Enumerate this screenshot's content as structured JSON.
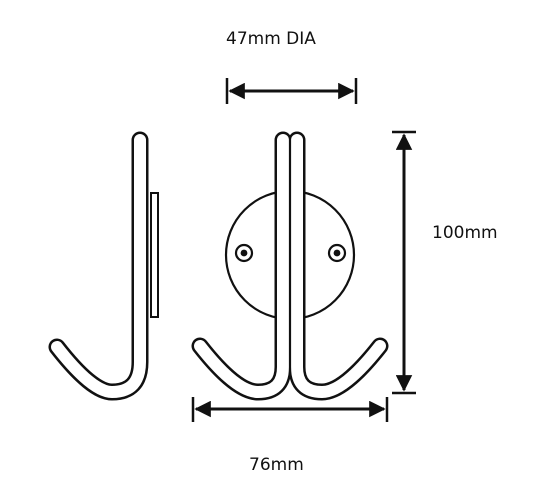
{
  "dimensions": {
    "diameter_label": "47mm DIA",
    "height_label": "100mm",
    "width_label": "76mm"
  },
  "colors": {
    "stroke": "#111111",
    "background": "#ffffff"
  }
}
